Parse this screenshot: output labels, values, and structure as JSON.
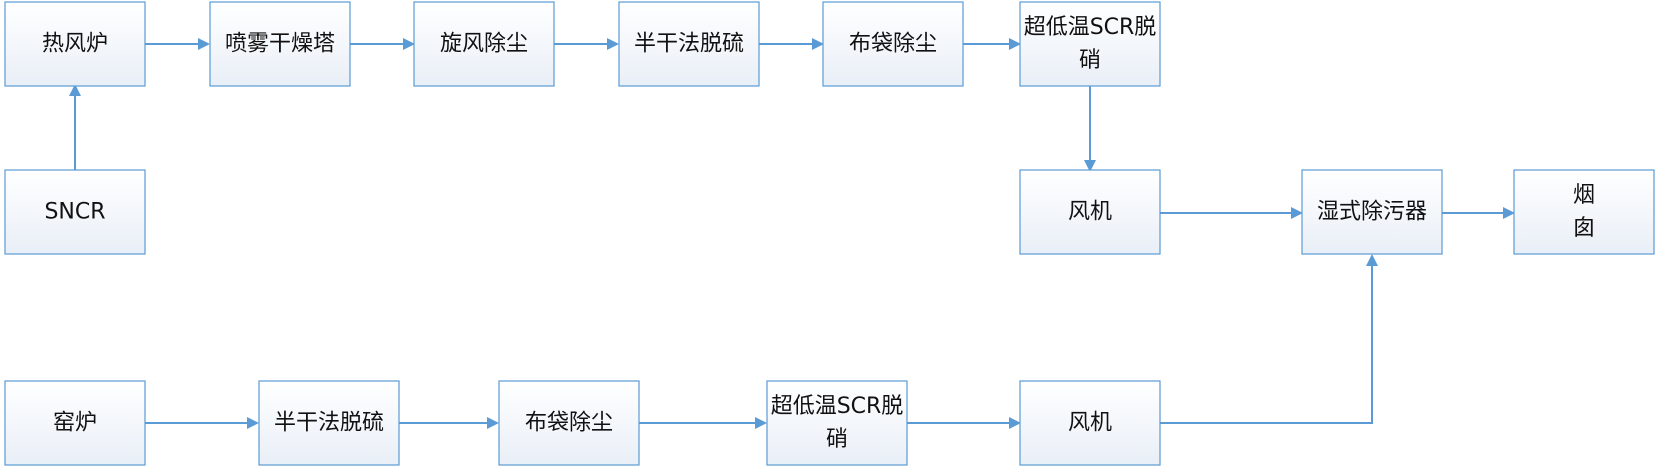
{
  "colors": {
    "box_stroke": "#5b9bd5",
    "box_fill_top": "#ffffff",
    "box_fill_bottom": "#e9eff7",
    "arrow": "#5b9bd5",
    "text": "#111111"
  },
  "nodes": {
    "hot_air_furnace": {
      "lines": [
        "热风炉"
      ]
    },
    "spray_dryer": {
      "lines": [
        "喷雾干燥塔"
      ]
    },
    "cyclone_top": {
      "lines": [
        "旋风除尘"
      ]
    },
    "semi_dry_top": {
      "lines": [
        "半干法脱硫"
      ]
    },
    "bag_filter_top": {
      "lines": [
        "布袋除尘"
      ]
    },
    "scr_top": {
      "lines": [
        "超低温SCR脱",
        "硝"
      ]
    },
    "sncr": {
      "lines": [
        "SNCR"
      ]
    },
    "fan_top": {
      "lines": [
        "风机"
      ]
    },
    "wet_scrubber": {
      "lines": [
        "湿式除污器"
      ]
    },
    "chimney": {
      "lines": [
        "烟",
        "囱"
      ]
    },
    "kiln": {
      "lines": [
        "窑炉"
      ]
    },
    "semi_dry_bottom": {
      "lines": [
        "半干法脱硫"
      ]
    },
    "bag_filter_bottom": {
      "lines": [
        "布袋除尘"
      ]
    },
    "scr_bottom": {
      "lines": [
        "超低温SCR脱",
        "硝"
      ]
    },
    "fan_bottom": {
      "lines": [
        "风机"
      ]
    }
  },
  "edges": [
    {
      "from": "sncr",
      "to": "hot_air_furnace"
    },
    {
      "from": "hot_air_furnace",
      "to": "spray_dryer"
    },
    {
      "from": "spray_dryer",
      "to": "cyclone_top"
    },
    {
      "from": "cyclone_top",
      "to": "semi_dry_top"
    },
    {
      "from": "semi_dry_top",
      "to": "bag_filter_top"
    },
    {
      "from": "bag_filter_top",
      "to": "scr_top"
    },
    {
      "from": "scr_top",
      "to": "fan_top"
    },
    {
      "from": "fan_top",
      "to": "wet_scrubber"
    },
    {
      "from": "wet_scrubber",
      "to": "chimney"
    },
    {
      "from": "kiln",
      "to": "semi_dry_bottom"
    },
    {
      "from": "semi_dry_bottom",
      "to": "bag_filter_bottom"
    },
    {
      "from": "bag_filter_bottom",
      "to": "scr_bottom"
    },
    {
      "from": "scr_bottom",
      "to": "fan_bottom"
    },
    {
      "from": "fan_bottom",
      "to": "wet_scrubber"
    }
  ]
}
